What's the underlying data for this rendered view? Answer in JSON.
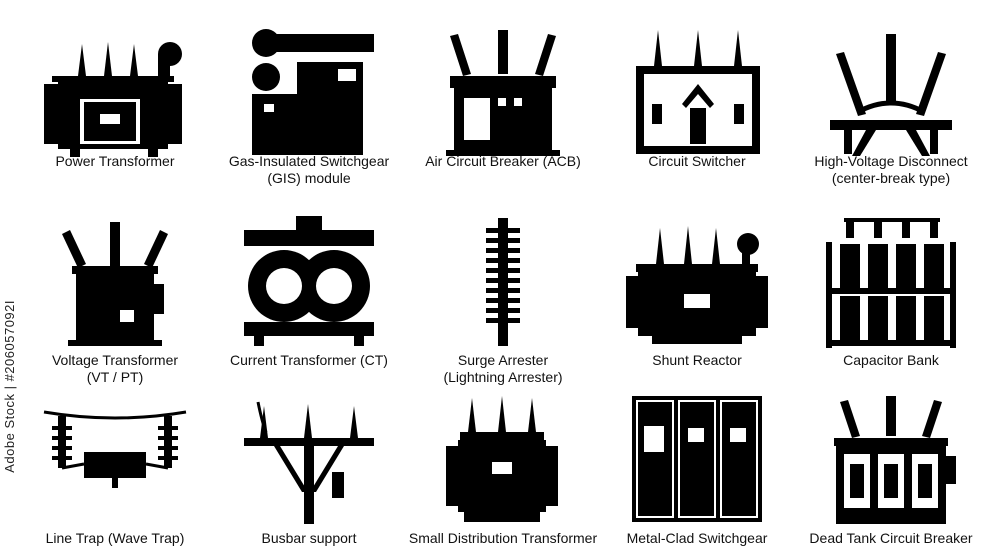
{
  "watermark": "Adobe Stock | #206057092I",
  "items": [
    {
      "icon": "power-transformer-icon",
      "label1": "Power Transformer",
      "label2": ""
    },
    {
      "icon": "gis-module-icon",
      "label1": "Gas-Insulated Switchgear",
      "label2": "(GIS) module"
    },
    {
      "icon": "air-circuit-breaker-icon",
      "label1": "Air Circuit Breaker (ACB)",
      "label2": ""
    },
    {
      "icon": "circuit-switcher-icon",
      "label1": "Circuit Switcher",
      "label2": ""
    },
    {
      "icon": "hv-disconnect-icon",
      "label1": "High-Voltage Disconnect",
      "label2": "(center-break type)"
    },
    {
      "icon": "voltage-transformer-icon",
      "label1": "Voltage Transformer",
      "label2": "(VT / PT)"
    },
    {
      "icon": "current-transformer-icon",
      "label1": "Current Transformer (CT)",
      "label2": ""
    },
    {
      "icon": "surge-arrester-icon",
      "label1": "Surge Arrester",
      "label2": "(Lightning Arrester)"
    },
    {
      "icon": "shunt-reactor-icon",
      "label1": "Shunt Reactor",
      "label2": ""
    },
    {
      "icon": "capacitor-bank-icon",
      "label1": "Capacitor Bank",
      "label2": ""
    },
    {
      "icon": "line-trap-icon",
      "label1": "Line Trap (Wave Trap)",
      "label2": ""
    },
    {
      "icon": "busbar-support-icon",
      "label1": "Busbar support",
      "label2": ""
    },
    {
      "icon": "small-distribution-transformer-icon",
      "label1": "Small Distribution Transformer",
      "label2": ""
    },
    {
      "icon": "metal-clad-switchgear-icon",
      "label1": "Metal-Clad Switchgear",
      "label2": ""
    },
    {
      "icon": "dead-tank-circuit-breaker-icon",
      "label1": "Dead Tank Circuit Breaker",
      "label2": ""
    }
  ]
}
